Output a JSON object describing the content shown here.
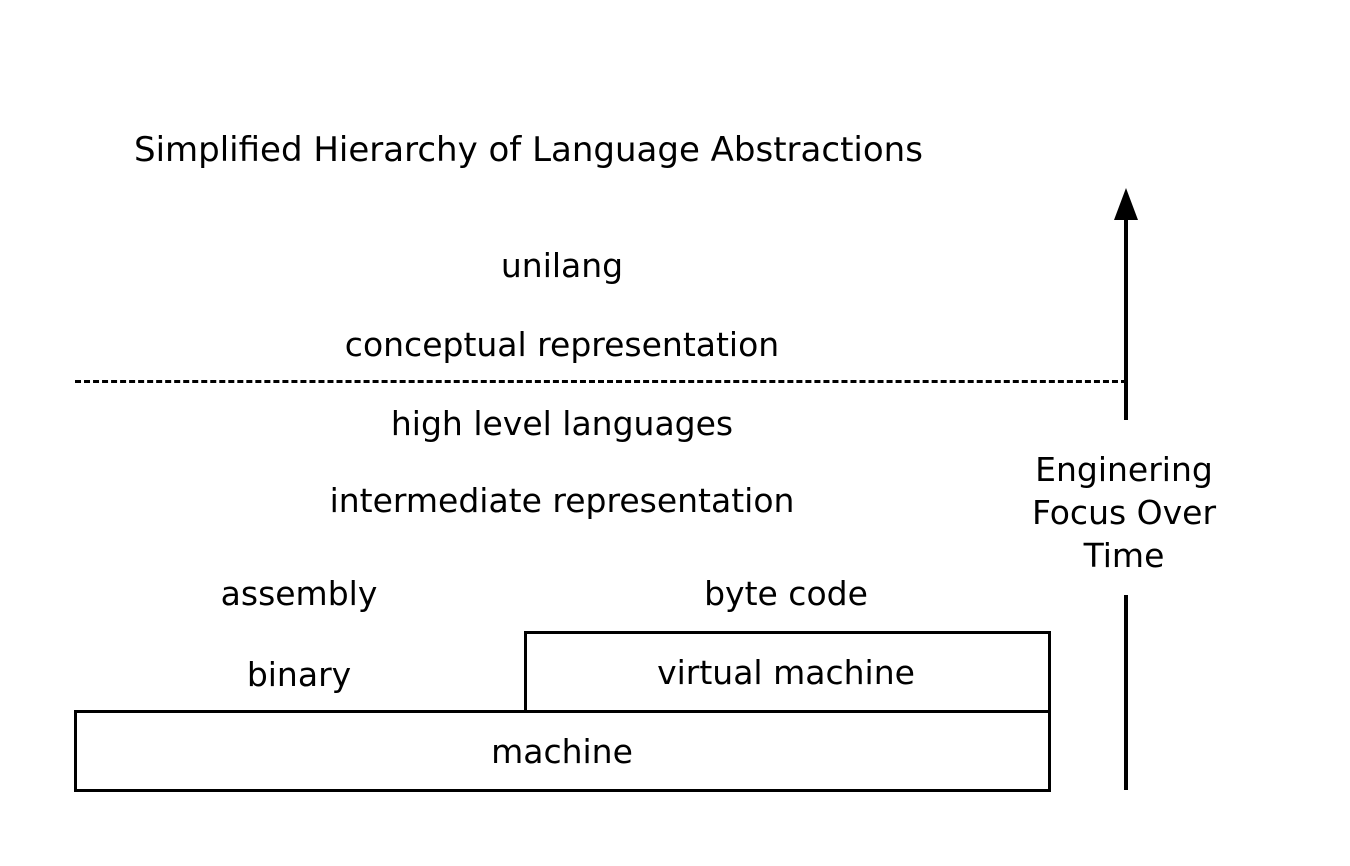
{
  "title": "Simplified Hierarchy of Language Abstractions",
  "layers": {
    "unilang": "unilang",
    "conceptual": "conceptual representation",
    "high_level": "high level languages",
    "intermediate": "intermediate representation",
    "assembly": "assembly",
    "byte_code": "byte code",
    "binary": "binary",
    "virtual_machine": "virtual machine",
    "machine": "machine"
  },
  "focus_axis": {
    "lines": [
      "Enginering",
      "Focus Over",
      "Time"
    ]
  }
}
